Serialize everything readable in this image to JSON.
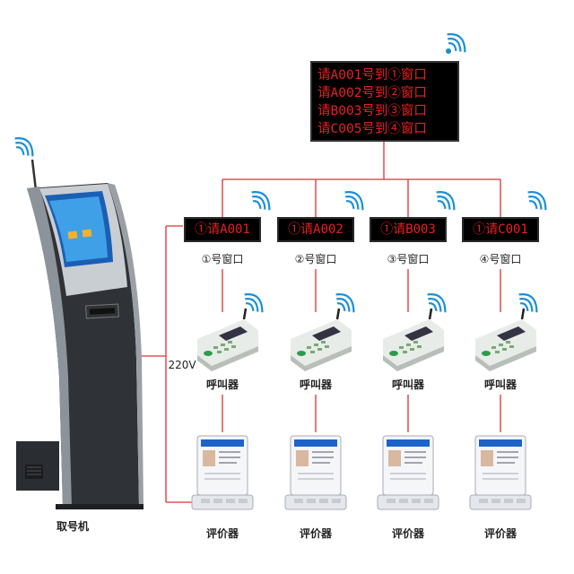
{
  "main_display": {
    "lines": [
      "请A001号到①窗口",
      "请A002号到②窗口",
      "请B003号到③窗口",
      "请C005号到④窗口"
    ]
  },
  "windows": [
    {
      "display": "①请A001",
      "label": "①号窗口"
    },
    {
      "display": "①请A002",
      "label": "②号窗口"
    },
    {
      "display": "①请B003",
      "label": "③号窗口"
    },
    {
      "display": "①请C001",
      "label": "④号窗口"
    }
  ],
  "caller_label": "呼叫器",
  "evaluator_label": "评价器",
  "kiosk_label": "取号机",
  "power_label": "220V",
  "colors": {
    "led_text": "#e82020",
    "wire": "#e03030",
    "led_bg": "#000000"
  }
}
